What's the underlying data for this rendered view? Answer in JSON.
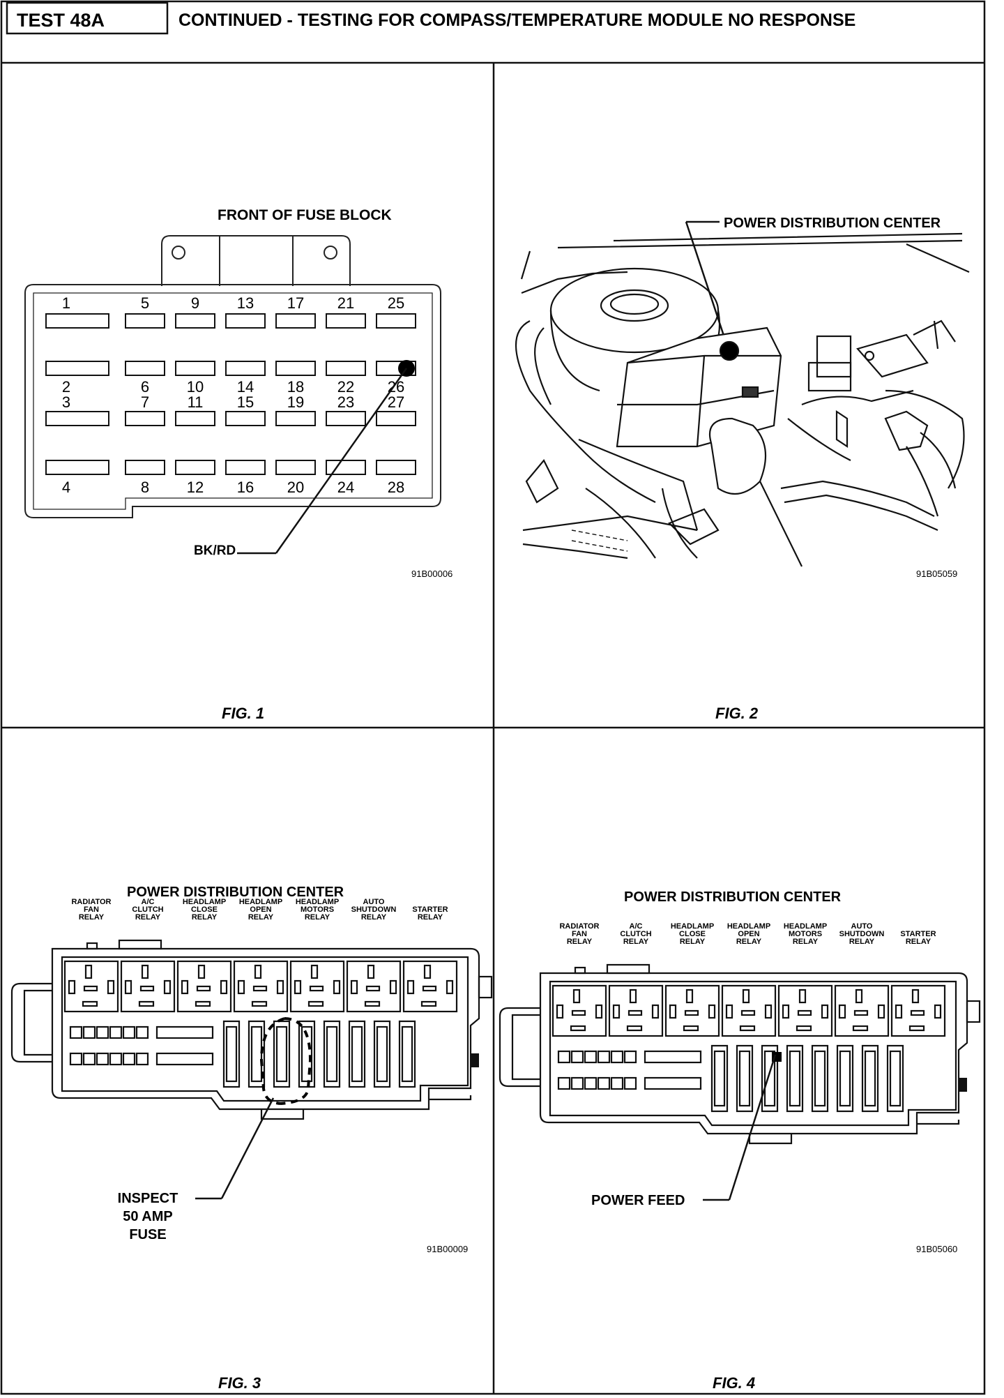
{
  "header": {
    "test_id": "TEST 48A",
    "title": "CONTINUED - TESTING FOR COMPASS/TEMPERATURE MODULE NO RESPONSE"
  },
  "fig1": {
    "title": "FRONT OF FUSE BLOCK",
    "top_numbers": [
      "1",
      "5",
      "9",
      "13",
      "17",
      "21",
      "25"
    ],
    "row2_numbers": [
      "2",
      "6",
      "10",
      "14",
      "18",
      "22",
      "26"
    ],
    "row3_numbers": [
      "3",
      "7",
      "11",
      "15",
      "19",
      "23",
      "27"
    ],
    "bottom_numbers": [
      "4",
      "8",
      "12",
      "16",
      "20",
      "24",
      "28"
    ],
    "wire_label": "BK/RD",
    "code": "91B00006",
    "caption": "FIG. 1"
  },
  "fig2": {
    "title": "POWER DISTRIBUTION CENTER",
    "code": "91B05059",
    "caption": "FIG. 2"
  },
  "fig3": {
    "title": "POWER DISTRIBUTION CENTER",
    "relays": [
      [
        "RADIATOR",
        "FAN",
        "RELAY"
      ],
      [
        "A/C",
        "CLUTCH",
        "RELAY"
      ],
      [
        "HEADLAMP",
        "CLOSE",
        "RELAY"
      ],
      [
        "HEADLAMP",
        "OPEN",
        "RELAY"
      ],
      [
        "HEADLAMP",
        "MOTORS",
        "RELAY"
      ],
      [
        "AUTO",
        "SHUTDOWN",
        "RELAY"
      ],
      [
        "STARTER",
        "RELAY"
      ]
    ],
    "callout": [
      "INSPECT",
      "50 AMP",
      "FUSE"
    ],
    "code": "91B00009",
    "caption": "FIG. 3"
  },
  "fig4": {
    "title": "POWER DISTRIBUTION CENTER",
    "relays": [
      [
        "RADIATOR",
        "FAN",
        "RELAY"
      ],
      [
        "A/C",
        "CLUTCH",
        "RELAY"
      ],
      [
        "HEADLAMP",
        "CLOSE",
        "RELAY"
      ],
      [
        "HEADLAMP",
        "OPEN",
        "RELAY"
      ],
      [
        "HEADLAMP",
        "MOTORS",
        "RELAY"
      ],
      [
        "AUTO",
        "SHUTDOWN",
        "RELAY"
      ],
      [
        "STARTER",
        "RELAY"
      ]
    ],
    "callout": "POWER FEED",
    "code": "91B05060",
    "caption": "FIG. 4"
  }
}
